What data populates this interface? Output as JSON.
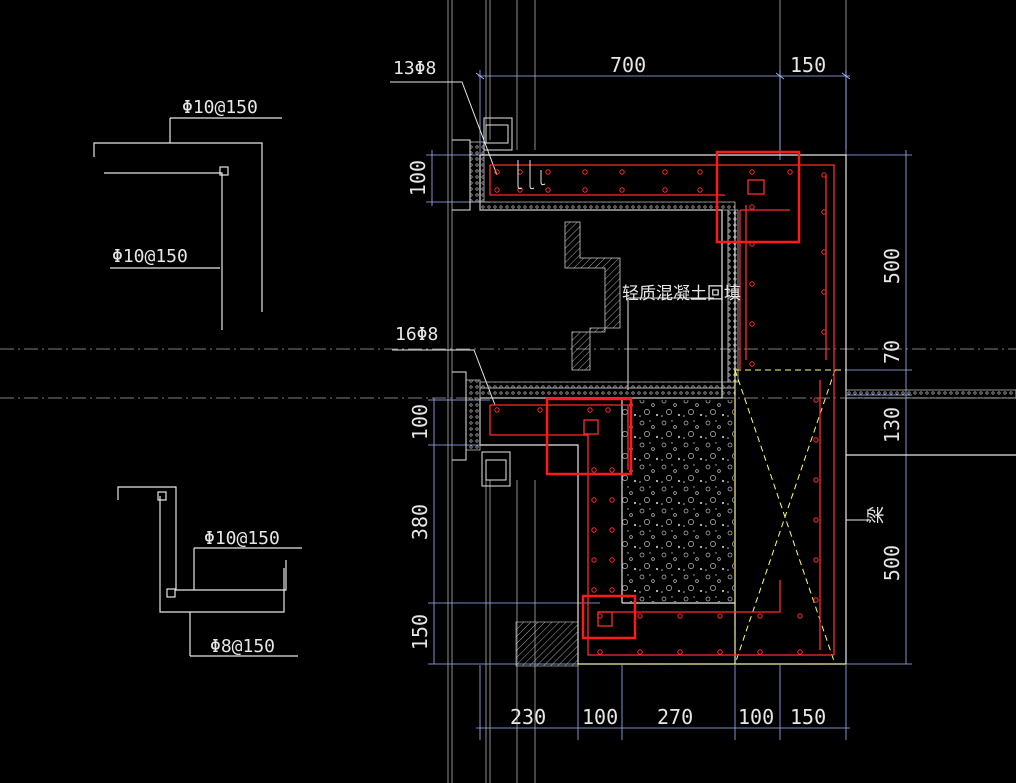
{
  "colors": {
    "background": "#000000",
    "linework": "#e6e6e6",
    "rebar": "#ff2a2a",
    "highlight_box": "#ff1a1a",
    "dimension": "#9fb6ff",
    "hatch": "#cfcfcf",
    "dashed_yellow": "#ffff66"
  },
  "callouts": {
    "top_rebar": "13Φ8",
    "bottom_rebar": "16Φ8",
    "backfill_note": "轻质混凝土回填",
    "beam_tag": "梁"
  },
  "detail_a": {
    "top_label": "Φ10@150",
    "side_label": "Φ10@150"
  },
  "detail_b": {
    "upper_label": "Φ10@150",
    "lower_label": "Φ8@150"
  },
  "dimensions": {
    "top": [
      "700",
      "150"
    ],
    "bottom": [
      "230",
      "100",
      "270",
      "100",
      "150"
    ],
    "left_upper": "100",
    "left_middle": "100",
    "left_lower_a": "380",
    "left_lower_b": "150",
    "right": [
      "500",
      "70",
      "130",
      "500"
    ]
  },
  "icons": {
    "highlight_marker": "red-square-marker"
  }
}
